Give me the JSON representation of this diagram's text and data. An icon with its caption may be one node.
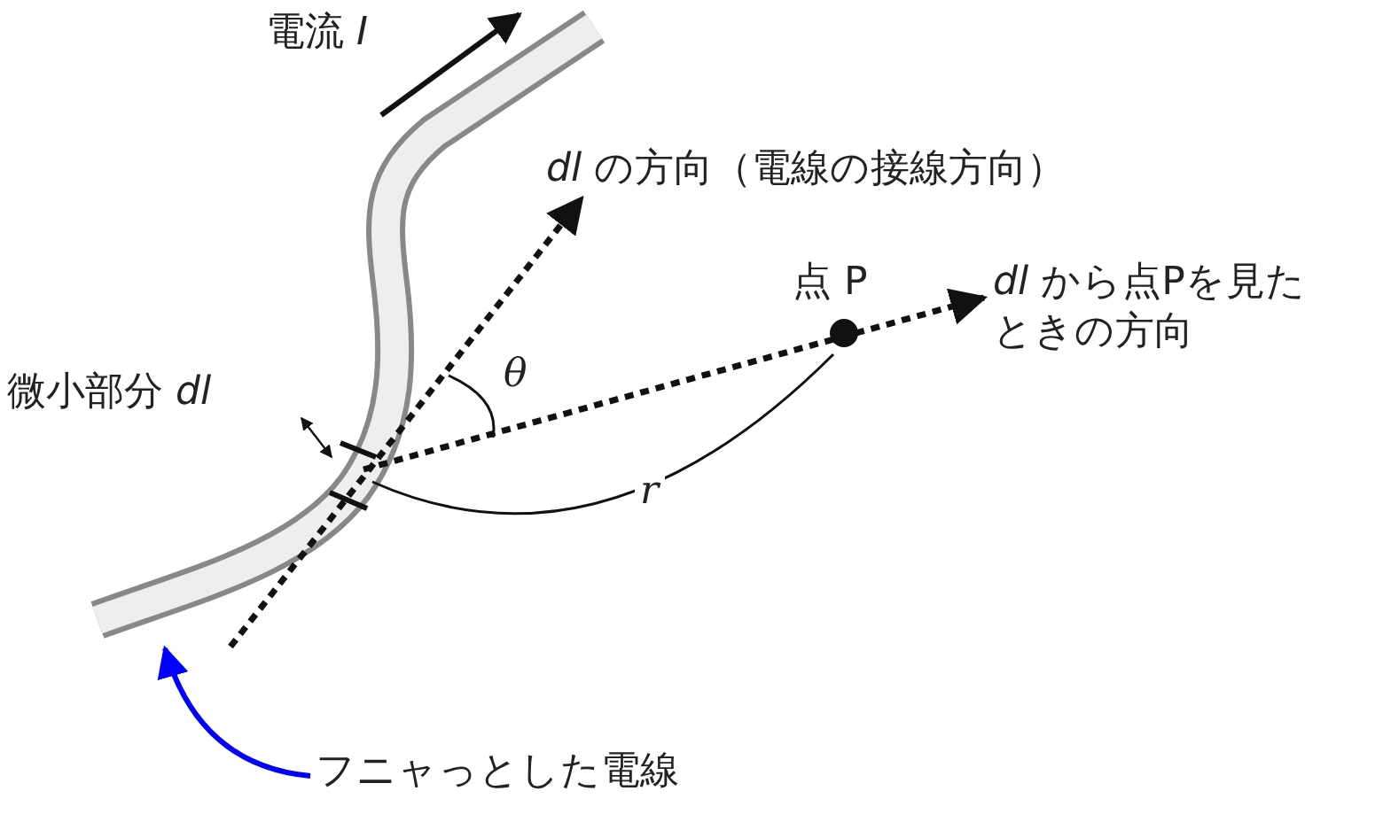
{
  "diagram": {
    "nodes": [
      {
        "text": [],
        "shape": "picture"
      },
      {
        "text": [
          "フニャっとした電線"
        ]
      }
    ],
    "edges": [
      {
        "from": 1,
        "to": 0,
        "arrow": "to",
        "color": "#0000ff"
      }
    ],
    "labels": [
      "電流 *I*",
      "*dl* の方向（電線の接線方向）",
      "点 P",
      "*dl* から点Pを見たときの方向",
      "微小部分 *dl*",
      "θ",
      "r"
    ]
  }
}
